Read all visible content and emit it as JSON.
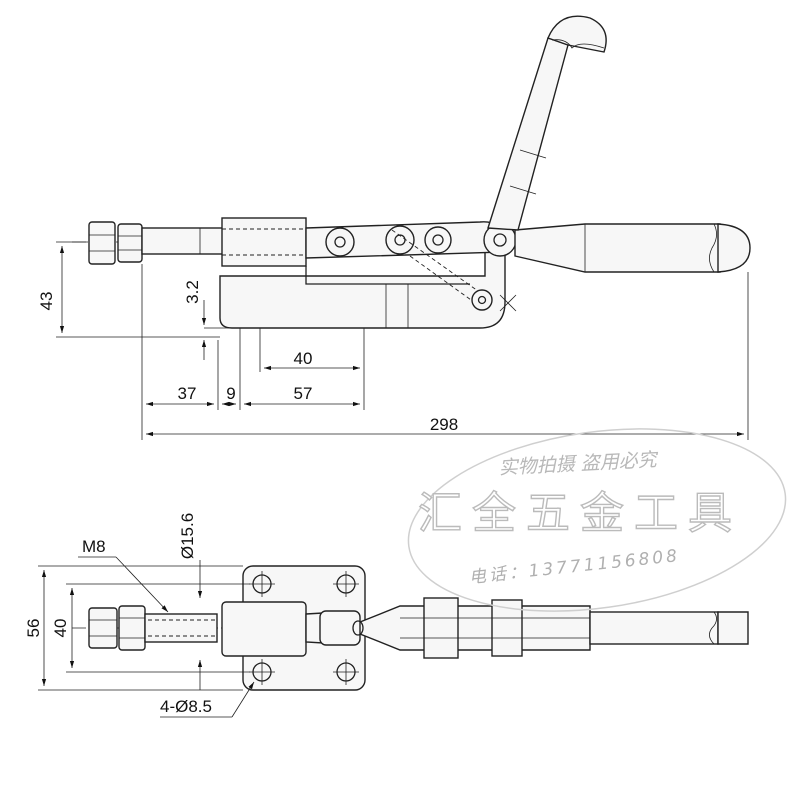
{
  "top_view": {
    "dimensions": {
      "height_43": "43",
      "offset_3_2": "3.2",
      "base_40": "40",
      "d_37": "37",
      "d_9": "9",
      "d_57": "57",
      "overall_298": "298"
    }
  },
  "bottom_view": {
    "dimensions": {
      "thread_m8": "M8",
      "diameter": "Ø15.6",
      "width_56": "56",
      "width_40": "40",
      "holes": "4-Ø8.5"
    }
  },
  "watermark": {
    "line1": "实物拍摄 盗用必究",
    "line2": "汇全五金工具",
    "line3": "电话：13771156808"
  }
}
